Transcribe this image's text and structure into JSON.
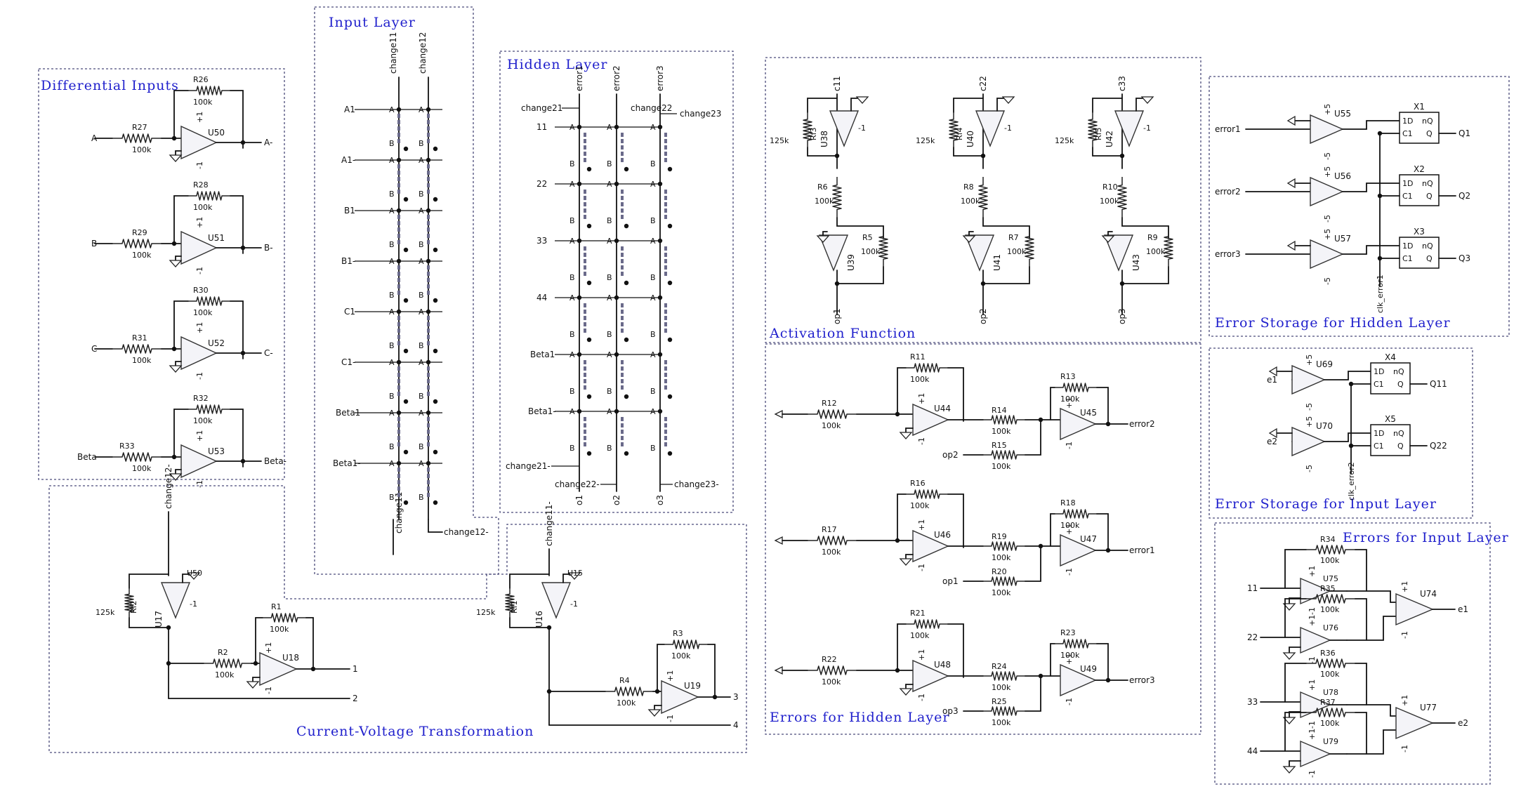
{
  "sections": {
    "differential_inputs": "Differential Inputs",
    "input_layer": "Input Layer",
    "hidden_layer": "Hidden Layer",
    "activation_function": "Activation Function",
    "error_storage_hidden": "Error Storage for Hidden Layer",
    "error_storage_input": "Error Storage for Input Layer",
    "errors_input_layer": "Errors for Input Layer",
    "errors_hidden_layer": "Errors for Hidden Layer",
    "current_voltage": "Current-Voltage Transformation"
  },
  "differential": [
    {
      "in": "A",
      "rin": "R27",
      "rf": "R26",
      "val": "100k",
      "u": "U50",
      "out": "A-"
    },
    {
      "in": "B",
      "rin": "R29",
      "rf": "R28",
      "val": "100k",
      "u": "U51",
      "out": "B-"
    },
    {
      "in": "C",
      "rin": "R31",
      "rf": "R30",
      "val": "100k",
      "u": "U52",
      "out": "C-"
    },
    {
      "in": "Beta",
      "rin": "R33",
      "rf": "R32",
      "val": "100k",
      "u": "U53",
      "out": "Beta-"
    }
  ],
  "input_layer": {
    "columns": [
      "change11",
      "change12"
    ],
    "bottom": [
      "change11-",
      "change12-"
    ],
    "rows": [
      "A1",
      "A1-",
      "B1",
      "B1-",
      "C1",
      "C1-",
      "Beta1",
      "Beta1-"
    ],
    "pin_a": "A",
    "pin_b": "B"
  },
  "hidden_layer": {
    "columns": [
      "error1",
      "error2",
      "error3"
    ],
    "top_labels": [
      "change21",
      "change22",
      "change23"
    ],
    "rows": [
      "11",
      "22",
      "33",
      "44",
      "Beta1",
      "Beta1-"
    ],
    "bottom_left": "change21-",
    "bottom_labels": [
      "change22-",
      "change23-"
    ],
    "outputs": [
      "o1",
      "o2",
      "o3"
    ],
    "pin_a": "A",
    "pin_b": "B"
  },
  "activation": [
    {
      "in": "c11",
      "rf": "Rf3",
      "rfval": "125k",
      "u1": "U38",
      "r": "R6",
      "rval": "100k",
      "u2": "U39",
      "rl": "R5",
      "rlval": "100k",
      "out": "op1"
    },
    {
      "in": "c22",
      "rf": "Rf4",
      "rfval": "125k",
      "u1": "U40",
      "r": "R8",
      "rval": "100k",
      "u2": "U41",
      "rl": "R7",
      "rlval": "100k",
      "out": "op2"
    },
    {
      "in": "c33",
      "rf": "Rf5",
      "rfval": "125k",
      "u1": "U42",
      "r": "R10",
      "rval": "100k",
      "u2": "U43",
      "rl": "R9",
      "rlval": "100k",
      "out": "op3"
    }
  ],
  "opamp_pins": {
    "plus": "+1",
    "minus": "-1",
    "plus5": "+5",
    "minus5": "-5"
  },
  "error_storage_hidden": [
    {
      "in": "error1",
      "u": "U55",
      "x": "X1",
      "out": "Q1"
    },
    {
      "in": "error2",
      "u": "U56",
      "x": "X2",
      "out": "Q2"
    },
    {
      "in": "error3",
      "u": "U57",
      "x": "X3",
      "out": "Q3"
    }
  ],
  "error_storage_hidden_clk": "clk_error1",
  "error_storage_input": [
    {
      "in": "e1",
      "u": "U69",
      "x": "X4",
      "out": "Q11"
    },
    {
      "in": "e2",
      "u": "U70",
      "x": "X5",
      "out": "Q22"
    }
  ],
  "error_storage_input_clk": "clk_error2",
  "ff_pins": {
    "d": "1D",
    "nq": "nQ",
    "c": "C1",
    "q": "Q"
  },
  "errors_hidden": [
    {
      "in": "R12",
      "rin_val": "100k",
      "rf": "R11",
      "rf_val": "100k",
      "u1": "U44",
      "r2": "R14",
      "r2_val": "100k",
      "op": "op2",
      "r3": "R15",
      "r3_val": "100k",
      "rf2": "R13",
      "rf2_val": "100k",
      "u2": "U45",
      "out": "error2"
    },
    {
      "in": "R17",
      "rin_val": "100k",
      "rf": "R16",
      "rf_val": "100k",
      "u1": "U46",
      "r2": "R19",
      "r2_val": "100k",
      "op": "op1",
      "r3": "R20",
      "r3_val": "100k",
      "rf2": "R18",
      "rf2_val": "100k",
      "u2": "U47",
      "out": "error1"
    },
    {
      "in": "R22",
      "rin_val": "100k",
      "rf": "R21",
      "rf_val": "100k",
      "u1": "U48",
      "r2": "R24",
      "r2_val": "100k",
      "op": "op3",
      "r3": "R25",
      "r3_val": "100k",
      "rf2": "R23",
      "rf2_val": "100k",
      "u2": "U49",
      "out": "error3"
    }
  ],
  "errors_input": [
    {
      "in_a": "11",
      "in_b": "22",
      "r1": "R34",
      "r2": "R35",
      "val": "100k",
      "ua": "U75",
      "ub": "U76",
      "u": "U74",
      "out": "e1"
    },
    {
      "in_a": "33",
      "in_b": "44",
      "r1": "R36",
      "r2": "R37",
      "val": "100k",
      "ua": "U78",
      "ub": "U79",
      "u": "U77",
      "out": "e2"
    }
  ],
  "current_voltage": [
    {
      "in": "change12-",
      "rf": "Rf2",
      "rfval": "125k",
      "u1": "U17",
      "u1p": "U50",
      "r1": "R1",
      "r1val": "100k",
      "r2": "R2",
      "r2val": "100k",
      "u2": "U18",
      "out1": "1",
      "out2": "2"
    },
    {
      "in": "change11-",
      "rf": "Rf1",
      "rfval": "125k",
      "u1": "U16",
      "u1p": "U15",
      "r1": "R3",
      "r1val": "100k",
      "r2": "R4",
      "r2val": "100k",
      "u2": "U19",
      "out1": "3",
      "out2": "4"
    }
  ]
}
